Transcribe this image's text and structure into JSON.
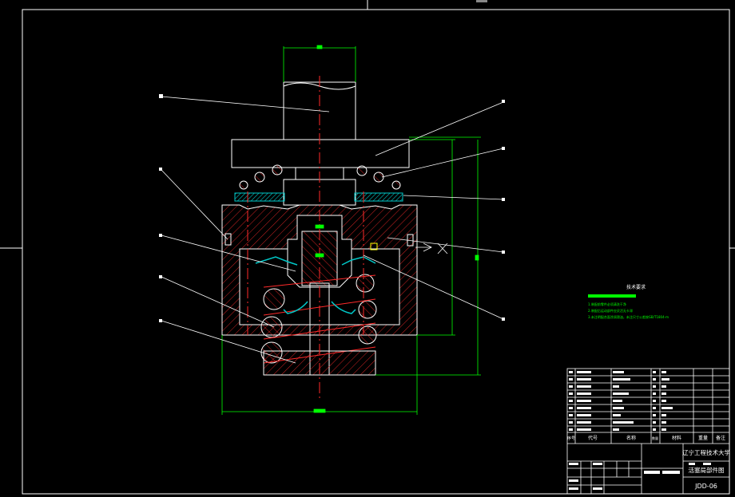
{
  "drawing": {
    "colors": {
      "background": "#000000",
      "outline": "#ffffff",
      "centerline": "#ff2a2a",
      "hatch": "#ff2a2a",
      "dimension": "#00ff00",
      "section": "#00c8c8",
      "leader": "#ffffff"
    }
  },
  "tech_requirements": {
    "title": "技术要求",
    "lines": [
      "1.装配前零件必须清洗干净",
      "2.装配后运动部件应灵活无卡滞",
      "3.未注明配合面涂润滑油，未注尺寸公差按GB/T1804-m"
    ]
  },
  "title_block": {
    "school": "辽宁工程技术大学",
    "drawing_name": "活塞局部件图",
    "drawing_no": "JDD-06",
    "header": {
      "seq": "序号",
      "code": "代号",
      "name": "名称",
      "qty": "数量",
      "material": "材料",
      "weight": "重量",
      "remark": "备注"
    }
  }
}
